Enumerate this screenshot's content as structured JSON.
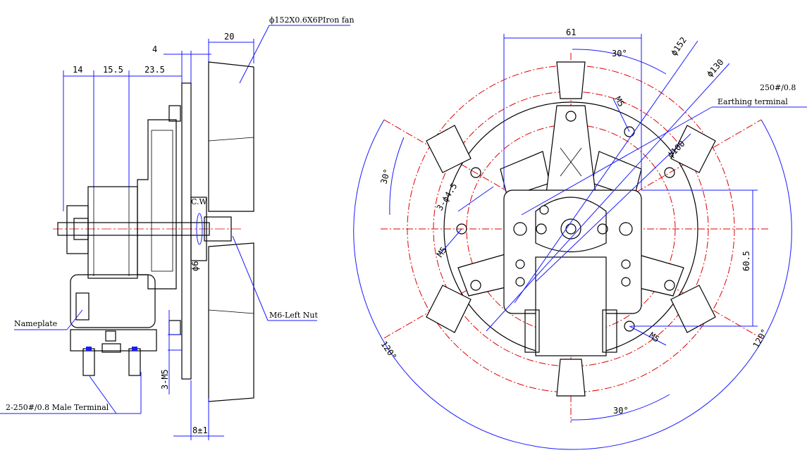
{
  "side_view": {
    "dims_top": [
      "14",
      "15.5",
      "23.5",
      "4",
      "20"
    ],
    "fan_callout": "ϕ152X0.6X6PIron fan",
    "rotation": "C.W",
    "shaft": "ϕ6",
    "nut_callout": "M6-Left Nut",
    "nameplate": "Nameplate",
    "screws": "3-M5",
    "terminal_callout": "2-250#/0.8 Male Terminal",
    "bottom_dim": "8±1"
  },
  "front_view": {
    "dim_width": "61",
    "angle_top": "30°",
    "dia_152": "ϕ152",
    "dia_130": "ϕ130",
    "dia_100": "ϕ100",
    "m5_top": "M5",
    "m5_left": "M5",
    "m5_right": "M5",
    "holes": "3-ϕ4.5",
    "angle_left": "30°",
    "angle_120_left": "120°",
    "angle_120_right": "120°",
    "angle_bottom": "30°",
    "dim_height": "60.5",
    "earth_value": "250#/0.8",
    "earth_label": "Earthing terminal"
  }
}
